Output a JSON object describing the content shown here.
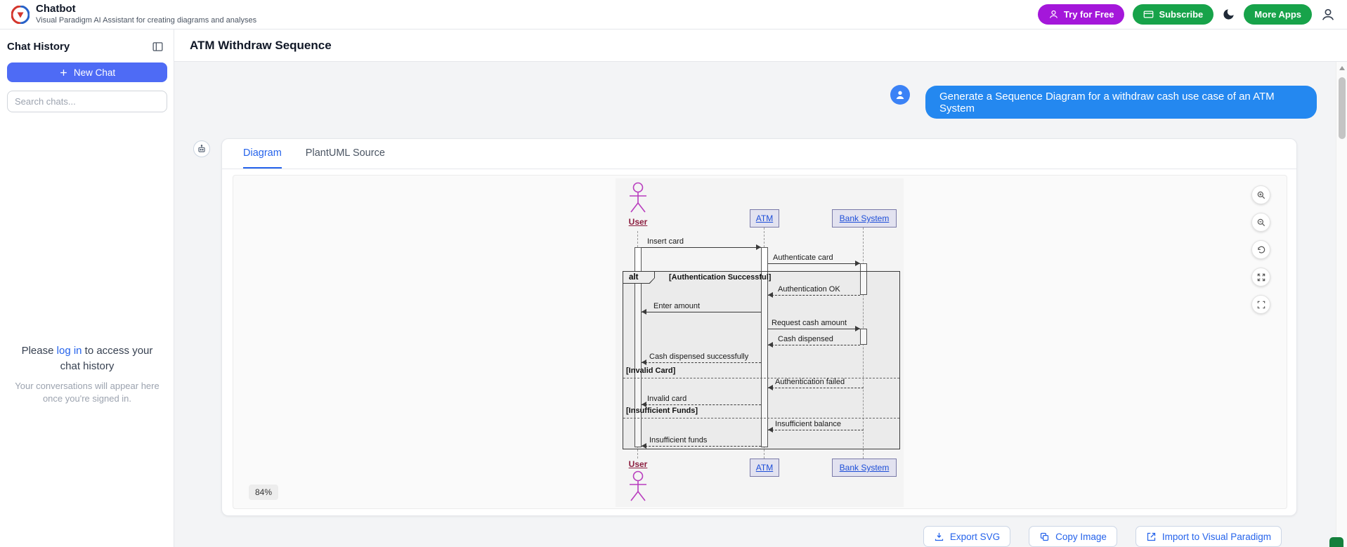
{
  "header": {
    "app_title": "Chatbot",
    "app_subtitle": "Visual Paradigm AI Assistant for creating diagrams and analyses",
    "buttons": {
      "try_free": "Try for Free",
      "subscribe": "Subscribe",
      "more_apps": "More Apps"
    },
    "colors": {
      "try_free": "#a417da",
      "subscribe": "#17a34a",
      "more_apps": "#17a34a"
    }
  },
  "sidebar": {
    "title": "Chat History",
    "new_chat": "New Chat",
    "search_placeholder": "Search chats...",
    "login": {
      "prefix": "Please ",
      "link": "log in",
      "suffix": " to access your chat history",
      "note": "Your conversations will appear here once you're signed in."
    }
  },
  "main": {
    "page_title": "ATM Withdraw Sequence",
    "user_message": "Generate a Sequence Diagram for a withdraw cash use case of an ATM System",
    "tabs": [
      {
        "label": "Diagram",
        "active": true
      },
      {
        "label": "PlantUML Source",
        "active": false
      }
    ],
    "zoom_level": "84%",
    "actions": [
      {
        "label": "Export SVG"
      },
      {
        "label": "Copy Image"
      },
      {
        "label": "Import to Visual Paradigm"
      }
    ]
  },
  "diagram": {
    "type": "uml-sequence",
    "participants": [
      {
        "name": "User",
        "kind": "actor"
      },
      {
        "name": "ATM",
        "kind": "participant"
      },
      {
        "name": "Bank System",
        "kind": "participant"
      }
    ],
    "alt_frame": {
      "operator": "alt",
      "guards": [
        "[Authentication Successful]",
        "[Invalid Card]",
        "[Insufficient Funds]"
      ]
    },
    "messages": [
      {
        "from": "User",
        "to": "ATM",
        "label": "Insert card",
        "style": "solid"
      },
      {
        "from": "ATM",
        "to": "Bank System",
        "label": "Authenticate card",
        "style": "solid"
      },
      {
        "from": "Bank System",
        "to": "ATM",
        "label": "Authentication OK",
        "style": "dashed"
      },
      {
        "from": "ATM",
        "to": "User",
        "label": "Enter amount",
        "style": "solid"
      },
      {
        "from": "ATM",
        "to": "Bank System",
        "label": "Request cash amount",
        "style": "solid"
      },
      {
        "from": "Bank System",
        "to": "ATM",
        "label": "Cash dispensed",
        "style": "dashed"
      },
      {
        "from": "ATM",
        "to": "User",
        "label": "Cash dispensed successfully",
        "style": "dashed"
      },
      {
        "from": "Bank System",
        "to": "ATM",
        "label": "Authentication failed",
        "style": "dashed"
      },
      {
        "from": "ATM",
        "to": "User",
        "label": "Invalid card",
        "style": "dashed"
      },
      {
        "from": "Bank System",
        "to": "ATM",
        "label": "Insufficient balance",
        "style": "dashed"
      },
      {
        "from": "ATM",
        "to": "User",
        "label": "Insufficient funds",
        "style": "dashed"
      }
    ]
  }
}
